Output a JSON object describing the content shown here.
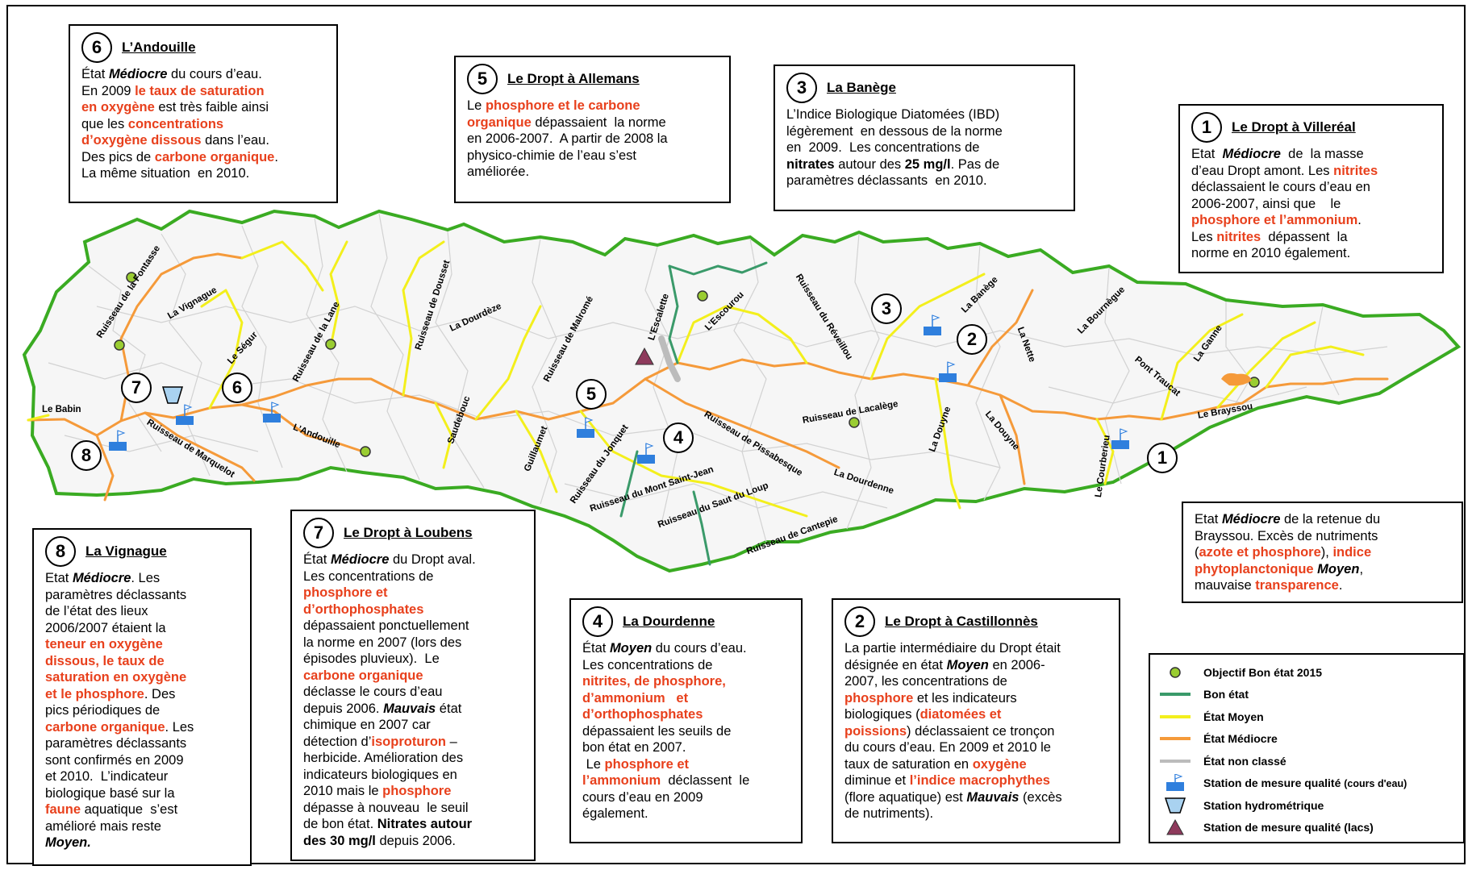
{
  "colors": {
    "bon": "#3a9a6a",
    "moyen": "#f3ef1c",
    "mediocre": "#f59a3a",
    "non_classe": "#bcbcbc",
    "rouge": "#e8401c",
    "bassin": "#3aab22",
    "objectif": "#9acd32",
    "station": "#2f7fdd",
    "lac": "#8e3a5c"
  },
  "boxes": [
    {
      "id": "6",
      "title": "L’Andouille",
      "lines": [
        {
          "seg": [
            {
              "t": "État "
            },
            {
              "t": "Médiocre",
              "s": "bi"
            },
            {
              "t": " du cours d’eau."
            }
          ]
        },
        {
          "seg": [
            {
              "t": "En 2009 "
            },
            {
              "t": "le taux de saturation",
              "s": "r"
            }
          ]
        },
        {
          "seg": [
            {
              "t": "en oxygène",
              "s": "r"
            },
            {
              "t": " est très faible ainsi"
            }
          ]
        },
        {
          "seg": [
            {
              "t": "que les "
            },
            {
              "t": "concentrations",
              "s": "r"
            }
          ]
        },
        {
          "seg": [
            {
              "t": "d’oxygène dissous",
              "s": "r"
            },
            {
              "t": " dans l’eau."
            }
          ]
        },
        {
          "seg": [
            {
              "t": "Des pics de "
            },
            {
              "t": "carbone organique",
              "s": "r"
            },
            {
              "t": "."
            }
          ]
        },
        {
          "seg": [
            {
              "t": "La même situation  en 2010."
            }
          ]
        }
      ]
    },
    {
      "id": "5",
      "title": "Le Dropt à Allemans",
      "lines": [
        {
          "seg": [
            {
              "t": "Le "
            },
            {
              "t": "phosphore et le carbone",
              "s": "r"
            }
          ]
        },
        {
          "seg": [
            {
              "t": "organique",
              "s": "r"
            },
            {
              "t": " dépassaient  la norme"
            }
          ]
        },
        {
          "seg": [
            {
              "t": "en 2006-2007.  A partir de 2008 la"
            }
          ]
        },
        {
          "seg": [
            {
              "t": "physico-chimie de l’eau s’est"
            }
          ]
        },
        {
          "seg": [
            {
              "t": "améliorée."
            }
          ]
        }
      ]
    },
    {
      "id": "3",
      "title": "La Banège",
      "lines": [
        {
          "seg": [
            {
              "t": "L’Indice Biologique Diatomées (IBD)"
            }
          ]
        },
        {
          "seg": [
            {
              "t": "légèrement  en dessous de la norme"
            }
          ]
        },
        {
          "seg": [
            {
              "t": "en  2009.  Les concentrations de"
            }
          ]
        },
        {
          "seg": [
            {
              "t": "nitrates",
              "s": "b"
            },
            {
              "t": " autour des "
            },
            {
              "t": "25 mg/l",
              "s": "b"
            },
            {
              "t": ". Pas de"
            }
          ]
        },
        {
          "seg": [
            {
              "t": "paramètres déclassants  en 2010."
            }
          ]
        }
      ]
    },
    {
      "id": "1",
      "title": "Le Dropt à Villeréal",
      "lines": [
        {
          "seg": [
            {
              "t": "Etat  "
            },
            {
              "t": "Médiocre",
              "s": "bi"
            },
            {
              "t": "  de  la masse"
            }
          ]
        },
        {
          "seg": [
            {
              "t": "d’eau Dropt amont. Les "
            },
            {
              "t": "nitrites",
              "s": "r"
            }
          ]
        },
        {
          "seg": [
            {
              "t": "déclassaient le cours d’eau en"
            }
          ]
        },
        {
          "seg": [
            {
              "t": "2006-2007, ainsi que    le"
            }
          ]
        },
        {
          "seg": [
            {
              "t": "phosphore et l’ammonium",
              "s": "r"
            },
            {
              "t": "."
            }
          ]
        },
        {
          "seg": [
            {
              "t": "Les "
            },
            {
              "t": "nitrites",
              "s": "r"
            },
            {
              "t": "  dépassent  la"
            }
          ]
        },
        {
          "seg": [
            {
              "t": "norme en 2010 également."
            }
          ]
        }
      ]
    },
    {
      "id": "brayssou",
      "title": "",
      "lines": [
        {
          "seg": [
            {
              "t": "Etat "
            },
            {
              "t": "Médiocre",
              "s": "bi"
            },
            {
              "t": " de la retenue du"
            }
          ]
        },
        {
          "seg": [
            {
              "t": "Brayssou. Excès de nutriments"
            }
          ]
        },
        {
          "seg": [
            {
              "t": "("
            },
            {
              "t": "azote et phosphore",
              "s": "r"
            },
            {
              "t": "), "
            },
            {
              "t": "indice",
              "s": "r"
            }
          ]
        },
        {
          "seg": [
            {
              "t": "phytoplanctonique",
              "s": "r"
            },
            {
              "t": " "
            },
            {
              "t": "Moyen",
              "s": "bi"
            },
            {
              "t": ","
            }
          ]
        },
        {
          "seg": [
            {
              "t": "mauvaise "
            },
            {
              "t": "transparence",
              "s": "r"
            },
            {
              "t": "."
            }
          ]
        }
      ]
    },
    {
      "id": "8",
      "title": "La Vignague",
      "lines": [
        {
          "seg": [
            {
              "t": "Etat "
            },
            {
              "t": "Médiocre",
              "s": "bi"
            },
            {
              "t": ". Les"
            }
          ]
        },
        {
          "seg": [
            {
              "t": "paramètres déclassants"
            }
          ]
        },
        {
          "seg": [
            {
              "t": "de l’état des lieux"
            }
          ]
        },
        {
          "seg": [
            {
              "t": "2006/2007 étaient la"
            }
          ]
        },
        {
          "seg": [
            {
              "t": "teneur en oxygène",
              "s": "r"
            }
          ]
        },
        {
          "seg": [
            {
              "t": "dissous, le taux de",
              "s": "r"
            }
          ]
        },
        {
          "seg": [
            {
              "t": "saturation en oxygène",
              "s": "r"
            }
          ]
        },
        {
          "seg": [
            {
              "t": "et le phosphore",
              "s": "r"
            },
            {
              "t": ". Des"
            }
          ]
        },
        {
          "seg": [
            {
              "t": "pics périodiques de"
            }
          ]
        },
        {
          "seg": [
            {
              "t": "carbone organique",
              "s": "r"
            },
            {
              "t": ". Les"
            }
          ]
        },
        {
          "seg": [
            {
              "t": "paramètres déclassants"
            }
          ]
        },
        {
          "seg": [
            {
              "t": "sont confirmés en 2009"
            }
          ]
        },
        {
          "seg": [
            {
              "t": "et 2010.  L’indicateur"
            }
          ]
        },
        {
          "seg": [
            {
              "t": "biologique basé sur la"
            }
          ]
        },
        {
          "seg": [
            {
              "t": "faune",
              "s": "r"
            },
            {
              "t": " aquatique  s’est"
            }
          ]
        },
        {
          "seg": [
            {
              "t": "amélioré mais reste"
            }
          ]
        },
        {
          "seg": [
            {
              "t": "Moyen.",
              "s": "bi"
            }
          ]
        }
      ]
    },
    {
      "id": "7",
      "title": "Le Dropt à Loubens",
      "lines": [
        {
          "seg": [
            {
              "t": "État "
            },
            {
              "t": "Médiocre",
              "s": "bi"
            },
            {
              "t": " du Dropt aval."
            }
          ]
        },
        {
          "seg": [
            {
              "t": "Les concentrations de"
            }
          ]
        },
        {
          "seg": [
            {
              "t": "phosphore et",
              "s": "r"
            }
          ]
        },
        {
          "seg": [
            {
              "t": "d’orthophosphates",
              "s": "r"
            }
          ]
        },
        {
          "seg": [
            {
              "t": "dépassaient ponctuellement"
            }
          ]
        },
        {
          "seg": [
            {
              "t": "la norme en 2007 (lors des"
            }
          ]
        },
        {
          "seg": [
            {
              "t": "épisodes pluvieux).  Le"
            }
          ]
        },
        {
          "seg": [
            {
              "t": "carbone organique",
              "s": "r"
            }
          ]
        },
        {
          "seg": [
            {
              "t": "déclasse le cours d’eau"
            }
          ]
        },
        {
          "seg": [
            {
              "t": "depuis 2006. "
            },
            {
              "t": "Mauvais",
              "s": "bi"
            },
            {
              "t": " état"
            }
          ]
        },
        {
          "seg": [
            {
              "t": "chimique en 2007 car"
            }
          ]
        },
        {
          "seg": [
            {
              "t": "détection d’"
            },
            {
              "t": "isoproturon",
              "s": "r"
            },
            {
              "t": " –"
            }
          ]
        },
        {
          "seg": [
            {
              "t": "herbicide. Amélioration des"
            }
          ]
        },
        {
          "seg": [
            {
              "t": "indicateurs biologiques en"
            }
          ]
        },
        {
          "seg": [
            {
              "t": "2010 mais le "
            },
            {
              "t": "phosphore",
              "s": "r"
            }
          ]
        },
        {
          "seg": [
            {
              "t": "dépasse à nouveau  le seuil"
            }
          ]
        },
        {
          "seg": [
            {
              "t": "de bon état. "
            },
            {
              "t": "Nitrates autour",
              "s": "b"
            }
          ]
        },
        {
          "seg": [
            {
              "t": "des 30 mg/l",
              "s": "b"
            },
            {
              "t": " depuis 2006."
            }
          ]
        }
      ]
    },
    {
      "id": "4",
      "title": "La Dourdenne",
      "lines": [
        {
          "seg": [
            {
              "t": "État "
            },
            {
              "t": "Moyen",
              "s": "bi"
            },
            {
              "t": " du cours d’eau."
            }
          ]
        },
        {
          "seg": [
            {
              "t": "Les concentrations de"
            }
          ]
        },
        {
          "seg": [
            {
              "t": "nitrites, de phosphore,",
              "s": "r"
            }
          ]
        },
        {
          "seg": [
            {
              "t": "d’ammonium   et",
              "s": "r"
            }
          ]
        },
        {
          "seg": [
            {
              "t": "d’orthophosphates",
              "s": "r"
            }
          ]
        },
        {
          "seg": [
            {
              "t": "dépassaient les seuils de"
            }
          ]
        },
        {
          "seg": [
            {
              "t": "bon état en 2007."
            }
          ]
        },
        {
          "seg": [
            {
              "t": " Le "
            },
            {
              "t": "phosphore et",
              "s": "r"
            }
          ]
        },
        {
          "seg": [
            {
              "t": "l’ammonium",
              "s": "r"
            },
            {
              "t": "  déclassent  le"
            }
          ]
        },
        {
          "seg": [
            {
              "t": "cours d’eau en 2009"
            }
          ]
        },
        {
          "seg": [
            {
              "t": "également."
            }
          ]
        }
      ]
    },
    {
      "id": "2",
      "title": "Le Dropt à Castillonnès",
      "lines": [
        {
          "seg": [
            {
              "t": "La partie intermédiaire du Dropt était"
            }
          ]
        },
        {
          "seg": [
            {
              "t": "désignée en état "
            },
            {
              "t": "Moyen",
              "s": "bi"
            },
            {
              "t": " en 2006-"
            }
          ]
        },
        {
          "seg": [
            {
              "t": "2007, les concentrations de"
            }
          ]
        },
        {
          "seg": [
            {
              "t": "phosphore",
              "s": "r"
            },
            {
              "t": " et les indicateurs"
            }
          ]
        },
        {
          "seg": [
            {
              "t": "biologiques ("
            },
            {
              "t": "diatomées et",
              "s": "r"
            }
          ]
        },
        {
          "seg": [
            {
              "t": "poissions",
              "s": "r"
            },
            {
              "t": ") déclassaient ce tronçon"
            }
          ]
        },
        {
          "seg": [
            {
              "t": "du cours d’eau. En 2009 et 2010 le"
            }
          ]
        },
        {
          "seg": [
            {
              "t": "taux de saturation en "
            },
            {
              "t": "oxygène",
              "s": "r"
            }
          ]
        },
        {
          "seg": [
            {
              "t": "diminue et "
            },
            {
              "t": "l’indice macrophythes",
              "s": "r"
            }
          ]
        },
        {
          "seg": [
            {
              "t": "(flore aquatique) est "
            },
            {
              "t": "Mauvais",
              "s": "bi"
            },
            {
              "t": " (excès"
            }
          ]
        },
        {
          "seg": [
            {
              "t": "de nutriments)."
            }
          ]
        }
      ]
    }
  ],
  "map_numbers": [
    "1",
    "2",
    "3",
    "4",
    "5",
    "6",
    "7",
    "8"
  ],
  "rivers": [
    "Ruisseau de la Fontasse",
    "La Vignague",
    "Le Ségur",
    "Ruisseau de la Lane",
    "Ruisseau de Dousset",
    "La Dourdèze",
    "Ruisseau de Malromé",
    "L’Escalette",
    "L’Escourou",
    "Ruisseau du Réveillou",
    "La Banège",
    "La Nette",
    "La Bournègue",
    "La Ganne",
    "Pont Traucat",
    "Le Brayssou",
    "Le Babin",
    "Ruisseau de Marquelot",
    "L’Andouille",
    "Saudebouc",
    "Guillaumet",
    "Ruisseau du Jonquet",
    "Ruisseau du Mont Saint-Jean",
    "Ruisseau du Saut du Loup",
    "Ruisseau de Cantepie",
    "Ruisseau de Pissabesque",
    "La Dourdenne",
    "Ruisseau de Lacalège",
    "La Douyne",
    "La Douyne",
    "Le Courberieu"
  ],
  "legend": [
    {
      "label": "Objectif Bon état 2015",
      "icon": "objectif-icon"
    },
    {
      "label": "Bon état",
      "icon": "line-bon"
    },
    {
      "label": "État Moyen",
      "icon": "line-moyen"
    },
    {
      "label": "État Médiocre",
      "icon": "line-mediocre"
    },
    {
      "label": "État non classé",
      "icon": "line-non-classe"
    },
    {
      "label": "Station de mesure qualité",
      "suffix": "(cours d'eau)",
      "icon": "station-flag-icon"
    },
    {
      "label": "Station hydrométrique",
      "icon": "hydro-station-icon"
    },
    {
      "label": "Station de mesure qualité (lacs)",
      "icon": "lake-station-icon"
    }
  ]
}
